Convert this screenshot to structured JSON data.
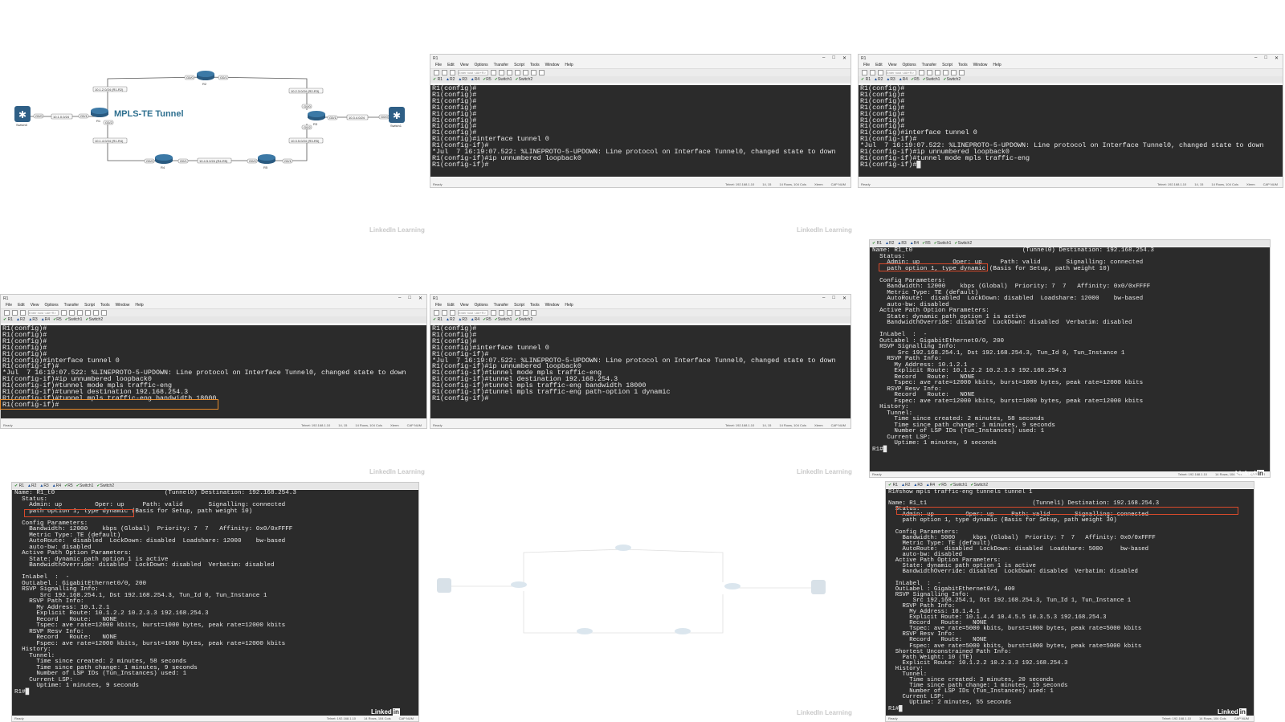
{
  "topology": {
    "title": "MPLS-TE Tunnel",
    "nodes": {
      "switch0": "Switch0",
      "switch1": "Switch1",
      "r1": "R1",
      "r2": "R2",
      "r3": "R3",
      "r4": "R4",
      "r5": "R5"
    },
    "links": [
      "10.1.2.0/24 (R1-R2)",
      "10.2.3.0/24 (R2-R3)",
      "10.1.4.0/24 (R1-R4)",
      "10.3.5.0/24 (R3-R5)",
      "10.4.5.0/24 (R4-R5)",
      "10.1.0.0/24",
      "10.3.4.0/24"
    ],
    "ifs": [
      "G0/0",
      "G0/1",
      "G0/2",
      "G0/0",
      "G0/1",
      "G0/0",
      "G0/1",
      "G0/2",
      "G0/0",
      "G0/1",
      "G0/0",
      "G0/1",
      "G0/0"
    ]
  },
  "window": {
    "title_r1": "R1",
    "menu": [
      "File",
      "Edit",
      "View",
      "Options",
      "Transfer",
      "Script",
      "Tools",
      "Window",
      "Help"
    ],
    "toolbar_placeholder": "Enter host <Alt+R>",
    "tabs": [
      "R1",
      "R2",
      "R3",
      "R4",
      "R5",
      "Switch1",
      "Switch2"
    ],
    "status_ready": "Ready",
    "status_telnet": "Telnet: 192.168.1.10",
    "status_pos": "14, 15",
    "status_size": "14 Rows, 104 Cols",
    "status_term": "Xterm",
    "status_caps": "CAP  NUM",
    "wbtn_min": "–",
    "wbtn_max": "□",
    "wbtn_close": "✕"
  },
  "terminals": {
    "t1": "R1(config)#\nR1(config)#\nR1(config)#\nR1(config)#\nR1(config)#\nR1(config)#\nR1(config)#\nR1(config)#\nR1(config)#interface tunnel 0\nR1(config-if)#\n*Jul  7 16:19:07.522: %LINEPROTO-5-UPDOWN: Line protocol on Interface Tunnel0, changed state to down\nR1(config-if)#ip unnumbered loopback0\nR1(config-if)#",
    "t2": "R1(config)#\nR1(config)#\nR1(config)#\nR1(config)#\nR1(config)#\nR1(config)#\nR1(config)#\nR1(config)#interface tunnel 0\nR1(config-if)#\n*Jul  7 16:19:07.522: %LINEPROTO-5-UPDOWN: Line protocol on Interface Tunnel0, changed state to down\nR1(config-if)#ip unnumbered loopback0\nR1(config-if)#tunnel mode mpls traffic-eng\nR1(config-if)#█",
    "t3": "R1(config)#\nR1(config)#\nR1(config)#\nR1(config)#\nR1(config)#\nR1(config)#interface tunnel 0\nR1(config-if)#\n*Jul  7 16:19:07.522: %LINEPROTO-5-UPDOWN: Line protocol on Interface Tunnel0, changed state to down\nR1(config-if)#ip unnumbered loopback0\nR1(config-if)#tunnel mode mpls traffic-eng\nR1(config-if)#tunnel destination 192.168.254.3\nR1(config-if)#tunnel mpls traffic-eng bandwidth 18000\nR1(config-if)#",
    "t4": "R1(config)#\nR1(config)#\nR1(config)#\nR1(config)#interface tunnel 0\nR1(config-if)#\n*Jul  7 16:19:07.522: %LINEPROTO-5-UPDOWN: Line protocol on Interface Tunnel0, changed state to down\nR1(config-if)#ip unnumbered loopback0\nR1(config-if)#tunnel mode mpls traffic-eng\nR1(config-if)#tunnel destination 192.168.254.3\nR1(config-if)#tunnel mpls traffic-eng bandwidth 18000\nR1(config-if)#tunnel mpls traffic-eng path-option 1 dynamic\nR1(config-if)#",
    "t5": "Name: R1_t0                              (Tunnel0) Destination: 192.168.254.3\n  Status:\n    Admin: up         Oper: up     Path: valid       Signalling: connected\n    path option 1, type dynamic (Basis for Setup, path weight 10)\n\n  Config Parameters:\n    Bandwidth: 12000    kbps (Global)  Priority: 7  7   Affinity: 0x0/0xFFFF\n    Metric Type: TE (default)\n    AutoRoute:  disabled  LockDown: disabled  Loadshare: 12000    bw-based\n    auto-bw: disabled\n  Active Path Option Parameters:\n    State: dynamic path option 1 is active\n    BandwidthOverride: disabled  LockDown: disabled  Verbatim: disabled\n\n  InLabel  :  -\n  OutLabel : GigabitEthernet0/0, 200\n  RSVP Signalling Info:\n       Src 192.168.254.1, Dst 192.168.254.3, Tun_Id 0, Tun_Instance 1\n    RSVP Path Info:\n      My Address: 10.1.2.1\n      Explicit Route: 10.1.2.2 10.2.3.3 192.168.254.3\n      Record   Route:   NONE\n      Tspec: ave rate=12000 kbits, burst=1000 bytes, peak rate=12000 kbits\n    RSVP Resv Info:\n      Record   Route:   NONE\n      Fspec: ave rate=12000 kbits, burst=1000 bytes, peak rate=12000 kbits\n  History:\n    Tunnel:\n      Time since created: 2 minutes, 58 seconds\n      Time since path change: 1 minutes, 9 seconds\n      Number of LSP IDs (Tun_Instances) used: 1\n    Current LSP:\n      Uptime: 1 minutes, 9 seconds\nR1#█",
    "t6": "Name: R1_t0                              (Tunnel0) Destination: 192.168.254.3\n  Status:\n    Admin: up         Oper: up     Path: valid       Signalling: connected\n    path option 1, type dynamic (Basis for Setup, path weight 10)\n\n  Config Parameters:\n    Bandwidth: 12000    kbps (Global)  Priority: 7  7   Affinity: 0x0/0xFFFF\n    Metric Type: TE (default)\n    AutoRoute:  disabled  LockDown: disabled  Loadshare: 12000    bw-based\n    auto-bw: disabled\n  Active Path Option Parameters:\n    State: dynamic path option 1 is active\n    BandwidthOverride: disabled  LockDown: disabled  Verbatim: disabled\n\n  InLabel  :  -\n  OutLabel : GigabitEthernet0/0, 200\n  RSVP Signalling Info:\n       Src 192.168.254.1, Dst 192.168.254.3, Tun_Id 0, Tun_Instance 1\n    RSVP Path Info:\n      My Address: 10.1.2.1\n      Explicit Route: 10.1.2.2 10.2.3.3 192.168.254.3\n      Record   Route:   NONE\n      Tspec: ave rate=12000 kbits, burst=1000 bytes, peak rate=12000 kbits\n    RSVP Resv Info:\n      Record   Route:   NONE\n      Fspec: ave rate=12000 kbits, burst=1000 bytes, peak rate=12000 kbits\n  History:\n    Tunnel:\n      Time since created: 2 minutes, 58 seconds\n      Time since path change: 1 minutes, 9 seconds\n      Number of LSP IDs (Tun_Instances) used: 1\n    Current LSP:\n      Uptime: 1 minutes, 9 seconds\nR1#█",
    "t7": "R1#show mpls traffic-eng tunnels tunnel 1\n\nName: R1_t1                              (Tunnel1) Destination: 192.168.254.3\n  Status:\n    Admin: up         Oper: up     Path: valid       Signalling: connected\n    path option 1, type dynamic (Basis for Setup, path weight 30)\n\n  Config Parameters:\n    Bandwidth: 5000     kbps (Global)  Priority: 7  7   Affinity: 0x0/0xFFFF\n    Metric Type: TE (default)\n    AutoRoute:  disabled  LockDown: disabled  Loadshare: 5000     bw-based\n    auto-bw: disabled\n  Active Path Option Parameters:\n    State: dynamic path option 1 is active\n    BandwidthOverride: disabled  LockDown: disabled  Verbatim: disabled\n\n  InLabel  :  -\n  OutLabel : GigabitEthernet0/1, 400\n  RSVP Signalling Info:\n       Src 192.168.254.1, Dst 192.168.254.3, Tun_Id 1, Tun_Instance 1\n    RSVP Path Info:\n      My Address: 10.1.4.1\n      Explicit Route: 10.1.4.4 10.4.5.5 10.3.5.3 192.168.254.3\n      Record   Route:   NONE\n      Tspec: ave rate=5000 kbits, burst=1000 bytes, peak rate=5000 kbits\n    RSVP Resv Info:\n      Record   Route:   NONE\n      Fspec: ave rate=5000 kbits, burst=1000 bytes, peak rate=5000 kbits\n  Shortest Unconstrained Path Info:\n    Path Weight: 10 (TE)\n    Explicit Route: 10.1.2.2 10.2.3.3 192.168.254.3\n  History:\n    Tunnel:\n      Time since created: 3 minutes, 20 seconds\n      Time since path change: 1 minutes, 15 seconds\n      Number of LSP IDs (Tun_Instances) used: 1\n    Current LSP:\n      Uptime: 2 minutes, 55 seconds\nR1#█"
  },
  "watermark": "LinkedIn Learning",
  "brand": {
    "linked": "Linked",
    "in": "in"
  },
  "colors": {
    "terminal_bg": "#2b2b2b",
    "highlight_orange": "#e58a2b",
    "highlight_red": "#d94a2b",
    "title_blue": "#2e6f8f"
  }
}
